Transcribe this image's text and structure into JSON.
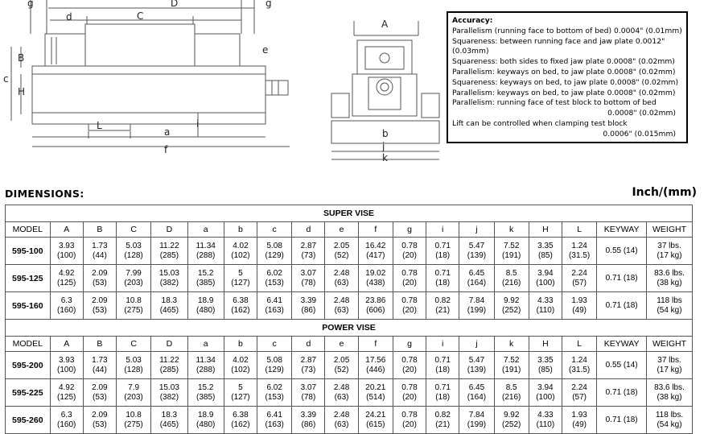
{
  "drawing": {
    "side_view_labels": [
      "g",
      "D",
      "g",
      "d",
      "C",
      "B",
      "e",
      "c",
      "H",
      "L",
      "a",
      "i",
      "f"
    ],
    "front_view_labels": [
      "A",
      "b",
      "j",
      "k"
    ]
  },
  "accuracy": {
    "title": "Accuracy:",
    "lines": [
      {
        "text": "Parallelism (running face to bottom of bed) 0.0004\" (0.01mm)",
        "align": "left"
      },
      {
        "text": "Squareness: between running face and jaw plate 0.0012\"",
        "align": "left"
      },
      {
        "text": "(0.03mm)",
        "align": "left"
      },
      {
        "text": "Squareness: both sides to fixed jaw plate 0.0008\" (0.02mm)",
        "align": "left"
      },
      {
        "text": "Parallelism: keyways on bed, to jaw plate 0.0008\" (0.02mm)",
        "align": "left"
      },
      {
        "text": "Squareness: keyways on bed, to jaw plate 0.0008\" (0.02mm)",
        "align": "left"
      },
      {
        "text": "Parallelism: keyways on bed, to jaw plate 0.0008\" (0.02mm)",
        "align": "left"
      },
      {
        "text": "Parallelism: running face of test block to bottom of bed",
        "align": "left"
      },
      {
        "text": "0.0008\" (0.02mm)",
        "align": "right"
      },
      {
        "text": "Lift can be controlled when clamping test block",
        "align": "left"
      },
      {
        "text": "0.0006\" (0.015mm)",
        "align": "right"
      }
    ]
  },
  "dimensions_heading": "DIMENSIONS:",
  "units": "Inch/(mm)",
  "table": {
    "columns": [
      "MODEL",
      "A",
      "B",
      "C",
      "D",
      "a",
      "b",
      "c",
      "d",
      "e",
      "f",
      "g",
      "i",
      "j",
      "k",
      "H",
      "L",
      "KEYWAY",
      "WEIGHT"
    ],
    "sections": [
      {
        "title": "SUPER VISE",
        "rows": [
          {
            "model": "595-100",
            "cells": [
              [
                "3.93",
                "(100)"
              ],
              [
                "1.73",
                "(44)"
              ],
              [
                "5.03",
                "(128)"
              ],
              [
                "11.22",
                "(285)"
              ],
              [
                "11.34",
                "(288)"
              ],
              [
                "4.02",
                "(102)"
              ],
              [
                "5.08",
                "(129)"
              ],
              [
                "2.87",
                "(73)"
              ],
              [
                "2.05",
                "(52)"
              ],
              [
                "16.42",
                "(417)"
              ],
              [
                "0.78",
                "(20)"
              ],
              [
                "0.71",
                "(18)"
              ],
              [
                "5.47",
                "(139)"
              ],
              [
                "7.52",
                "(191)"
              ],
              [
                "3.35",
                "(85)"
              ],
              [
                "1.24",
                "(31.5)"
              ],
              [
                "0.55 (14)",
                ""
              ],
              [
                "37 lbs.",
                "(17 kg)"
              ]
            ]
          },
          {
            "model": "595-125",
            "cells": [
              [
                "4.92",
                "(125)"
              ],
              [
                "2.09",
                "(53)"
              ],
              [
                "7.99",
                "(203)"
              ],
              [
                "15.03",
                "(382)"
              ],
              [
                "15.2",
                "(385)"
              ],
              [
                "5",
                "(127)"
              ],
              [
                "6.02",
                "(153)"
              ],
              [
                "3.07",
                "(78)"
              ],
              [
                "2.48",
                "(63)"
              ],
              [
                "19.02",
                "(438)"
              ],
              [
                "0.78",
                "(20)"
              ],
              [
                "0.71",
                "(18)"
              ],
              [
                "6.45",
                "(164)"
              ],
              [
                "8.5",
                "(216)"
              ],
              [
                "3.94",
                "(100)"
              ],
              [
                "2.24",
                "(57)"
              ],
              [
                "0.71 (18)",
                ""
              ],
              [
                "83.6 lbs.",
                "(38 kg)"
              ]
            ]
          },
          {
            "model": "595-160",
            "cells": [
              [
                "6.3",
                "(160)"
              ],
              [
                "2.09",
                "(53)"
              ],
              [
                "10.8",
                "(275)"
              ],
              [
                "18.3",
                "(465)"
              ],
              [
                "18.9",
                "(480)"
              ],
              [
                "6.38",
                "(162)"
              ],
              [
                "6.41",
                "(163)"
              ],
              [
                "3.39",
                "(86)"
              ],
              [
                "2.48",
                "(63)"
              ],
              [
                "23.86",
                "(606)"
              ],
              [
                "0.78",
                "(20)"
              ],
              [
                "0.82",
                "(21)"
              ],
              [
                "7.84",
                "(199)"
              ],
              [
                "9.92",
                "(252)"
              ],
              [
                "4.33",
                "(110)"
              ],
              [
                "1.93",
                "(49)"
              ],
              [
                "0.71 (18)",
                ""
              ],
              [
                "118 lbs",
                "(54 kg)"
              ]
            ]
          }
        ]
      },
      {
        "title": "POWER VISE",
        "rows": [
          {
            "model": "595-200",
            "cells": [
              [
                "3.93",
                "(100)"
              ],
              [
                "1.73",
                "(44)"
              ],
              [
                "5.03",
                "(128)"
              ],
              [
                "11.22",
                "(285)"
              ],
              [
                "11.34",
                "(288)"
              ],
              [
                "4.02",
                "(102)"
              ],
              [
                "5.08",
                "(129)"
              ],
              [
                "2.87",
                "(73)"
              ],
              [
                "2.05",
                "(52)"
              ],
              [
                "17.56",
                "(446)"
              ],
              [
                "0.78",
                "(20)"
              ],
              [
                "0.71",
                "(18)"
              ],
              [
                "5.47",
                "(139)"
              ],
              [
                "7.52",
                "(191)"
              ],
              [
                "3.35",
                "(85)"
              ],
              [
                "1.24",
                "(31.5)"
              ],
              [
                "0.55 (14)",
                ""
              ],
              [
                "37 lbs.",
                "(17 kg)"
              ]
            ]
          },
          {
            "model": "595-225",
            "cells": [
              [
                "4.92",
                "(125)"
              ],
              [
                "2.09",
                "(53)"
              ],
              [
                "7.9",
                "(203)"
              ],
              [
                "15.03",
                "(382)"
              ],
              [
                "15.2",
                "(385)"
              ],
              [
                "5",
                "(127)"
              ],
              [
                "6.02",
                "(153)"
              ],
              [
                "3.07",
                "(78)"
              ],
              [
                "2.48",
                "(63)"
              ],
              [
                "20.21",
                "(514)"
              ],
              [
                "0.78",
                "(20)"
              ],
              [
                "0.71",
                "(18)"
              ],
              [
                "6.45",
                "(164)"
              ],
              [
                "8.5",
                "(216)"
              ],
              [
                "3.94",
                "(100)"
              ],
              [
                "2.24",
                "(57)"
              ],
              [
                "0.71 (18)",
                ""
              ],
              [
                "83.6 lbs.",
                "(38 kg)"
              ]
            ]
          },
          {
            "model": "595-260",
            "cells": [
              [
                "6.3",
                "(160)"
              ],
              [
                "2.09",
                "(53)"
              ],
              [
                "10.8",
                "(275)"
              ],
              [
                "18.3",
                "(465)"
              ],
              [
                "18.9",
                "(480)"
              ],
              [
                "6.38",
                "(162)"
              ],
              [
                "6.41",
                "(163)"
              ],
              [
                "3.39",
                "(86)"
              ],
              [
                "2.48",
                "(63)"
              ],
              [
                "24.21",
                "(615)"
              ],
              [
                "0.78",
                "(20)"
              ],
              [
                "0.82",
                "(21)"
              ],
              [
                "7.84",
                "(199)"
              ],
              [
                "9.92",
                "(252)"
              ],
              [
                "4.33",
                "(110)"
              ],
              [
                "1.93",
                "(49)"
              ],
              [
                "0.71 (18)",
                ""
              ],
              [
                "118 lbs.",
                "(54 kg)"
              ]
            ]
          }
        ]
      }
    ]
  }
}
